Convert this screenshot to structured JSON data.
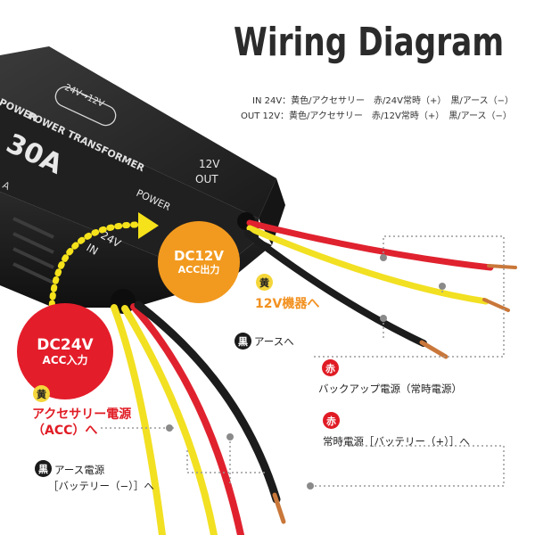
{
  "title": "Wiring Diagram",
  "specs": {
    "in": "IN 24V：黄色/アクセサリー　赤/24V常時（+）　黒/アース（−）",
    "out": "OUT 12V：黄色/アクセサリー　赤/12V常時（+）　黒/アース（−）"
  },
  "device": {
    "badge": "24V→12V",
    "band": "POWER TRANSFORMER",
    "band_left": "POWER",
    "rating": "30A",
    "side_char": "A",
    "out_port": "12V\nOUT",
    "power": "POWER",
    "in_port": "24V\nIN"
  },
  "bubbles": {
    "output": {
      "line1": "DC12V",
      "line2": "ACC出力"
    },
    "input": {
      "line1": "DC24V",
      "line2": "ACC入力"
    }
  },
  "badges": {
    "yellow": "黄",
    "black": "黒",
    "red": "赤"
  },
  "labels": {
    "out_yellow": "12V機器へ",
    "out_black": "アースへ",
    "out_red_backup": "バックアップ電源（常時電源）",
    "in_red": "常時電源［バッテリー（+）］へ",
    "in_yellow_line1": "アクセサリー電源",
    "in_yellow_line2": "（ACC）へ",
    "in_black_line1": "アース電源",
    "in_black_line2": "［バッテリー（−）］へ"
  },
  "colors": {
    "yellow_wire": "#f2e022",
    "red_wire": "#e0222f",
    "black_wire": "#1c1c1c",
    "output_bubble": "#f29a1f",
    "input_bubble": "#e41d2a",
    "arrow": "#f5e21a"
  }
}
